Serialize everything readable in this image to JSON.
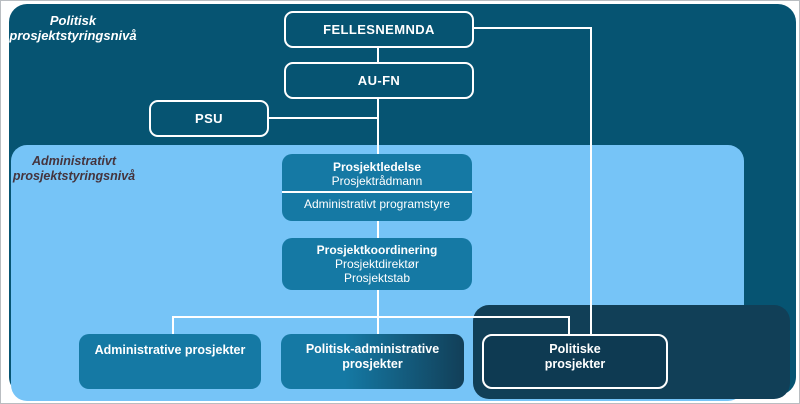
{
  "levels": {
    "political": {
      "line1": "Politisk",
      "line2": "prosjektstyringsnivå"
    },
    "administrative": {
      "line1": "Administrativt",
      "line2": "prosjektstyringsnivå"
    }
  },
  "nodes": {
    "fellesnemnda": {
      "label": "FELLESNEMNDA"
    },
    "au_fn": {
      "label": "AU-FN"
    },
    "psu": {
      "label": "PSU"
    },
    "prosjektledelse": {
      "title": "Prosjektledelse",
      "subtitle": "Prosjektrådmann",
      "footer": "Administrativt programstyre"
    },
    "prosjektkoordinering": {
      "title": "Prosjektkoordinering",
      "line2": "Prosjektdirektør",
      "line3": "Prosjektstab"
    },
    "administrative_prosjekter": {
      "label": "Administrative prosjekter"
    },
    "politisk_administrative_prosjekter": {
      "line1": "Politisk-administrative",
      "line2": "prosjekter"
    },
    "politiske_prosjekter": {
      "line1": "Politiske",
      "line2": "prosjekter"
    }
  },
  "colors": {
    "bg": "#065472",
    "panel": "#76C4F7",
    "box_teal": "#1579A4",
    "overlay_navy": "#113F57",
    "politiske_fill": "#0E3A52",
    "gradient_end": "#123F58",
    "line": "#FFFFFF",
    "admin_label_text": "#45343D",
    "page_border": "#B9BDC1"
  }
}
